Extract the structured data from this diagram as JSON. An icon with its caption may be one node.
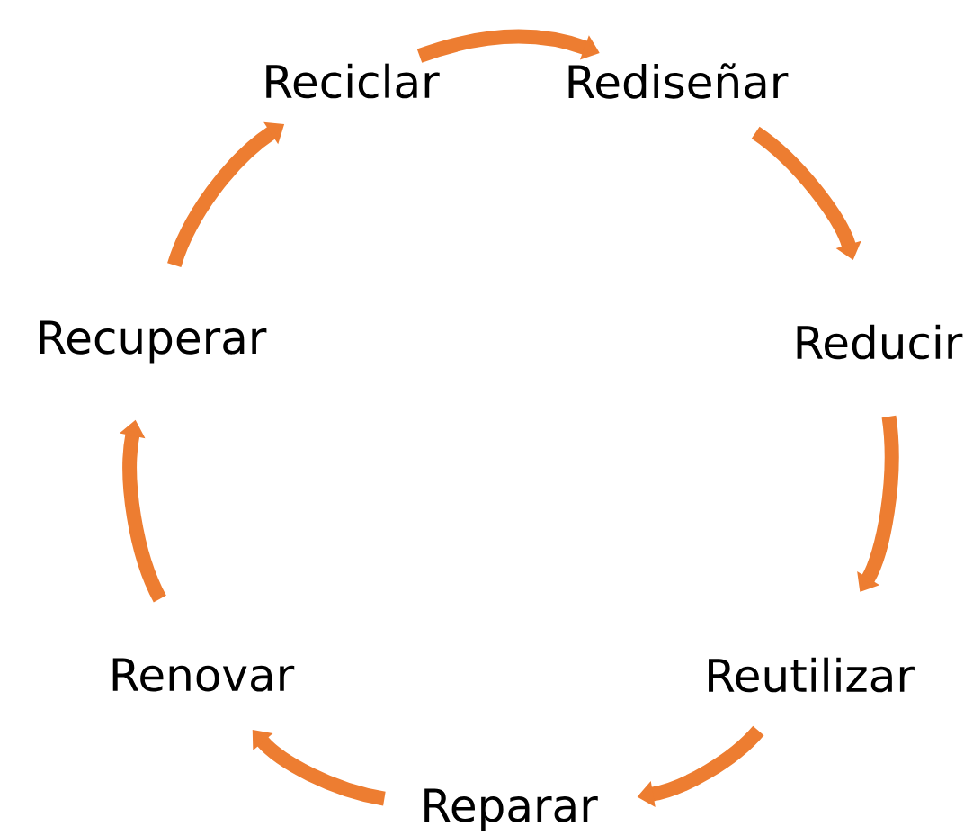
{
  "diagram": {
    "nodes": [
      {
        "text": [
          "Reciclar"
        ]
      },
      {
        "text": [
          "Rediseñar"
        ]
      },
      {
        "text": [
          "Reducir"
        ]
      },
      {
        "text": [
          "Reutilizar"
        ]
      },
      {
        "text": [
          "Reparar"
        ]
      },
      {
        "text": [
          "Renovar"
        ]
      },
      {
        "text": [
          "Recuperar"
        ]
      }
    ],
    "edges": [
      {
        "from": 0,
        "to": 1,
        "arrow": "to"
      },
      {
        "from": 1,
        "to": 2,
        "arrow": "to"
      },
      {
        "from": 2,
        "to": 3,
        "arrow": "to"
      },
      {
        "from": 3,
        "to": 4,
        "arrow": "to"
      },
      {
        "from": 4,
        "to": 5,
        "arrow": "to"
      },
      {
        "from": 5,
        "to": 6,
        "arrow": "to"
      },
      {
        "from": 6,
        "to": 0,
        "arrow": "to"
      }
    ]
  }
}
